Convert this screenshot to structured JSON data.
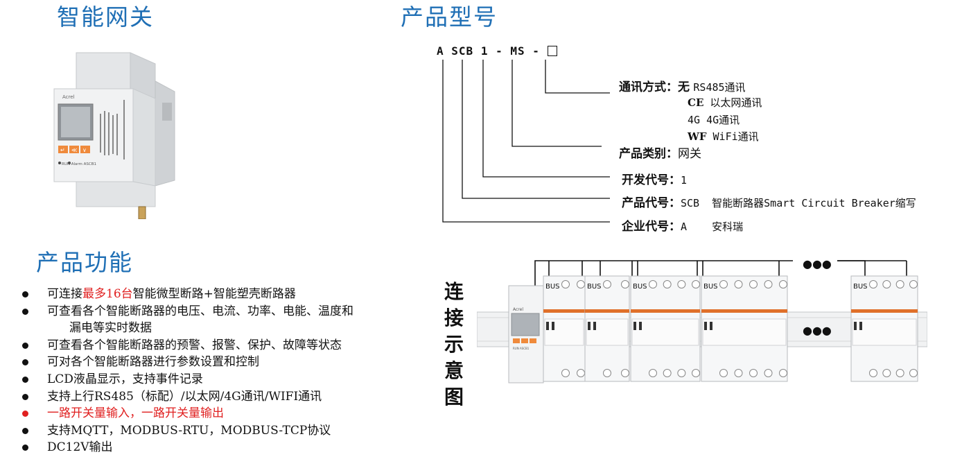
{
  "headings": {
    "gateway": "智能网关",
    "model": "产品型号",
    "functions": "产品功能",
    "connection": "连接示意图"
  },
  "device": {
    "brand": "Acrel",
    "button1": "↵",
    "button2": "≪",
    "button3": "∨",
    "leds": "RUN  Alarm  ASCB1"
  },
  "model_code": {
    "p1": "A",
    "p2": "SCB",
    "p3": "1",
    "sep1": "-",
    "p4": "MS",
    "sep2": "-"
  },
  "tree": {
    "comm": {
      "key": "通讯方式：",
      "options": [
        {
          "code": "无",
          "text": "RS485通讯"
        },
        {
          "code": "CE",
          "text": "以太网通讯"
        },
        {
          "code": "4G",
          "text": "4G通讯"
        },
        {
          "code": "WF",
          "text": "WiFi通讯"
        }
      ]
    },
    "category": {
      "key": "产品类别：",
      "value": "网关"
    },
    "dev_code": {
      "key": "开发代号：",
      "value": "1"
    },
    "product_code": {
      "key": "产品代号：",
      "value": "SCB  智能断路器Smart Circuit Breaker缩写"
    },
    "company_code": {
      "key": "企业代号：",
      "value": "A    安科瑞"
    }
  },
  "functions": {
    "f1_pre": "可连接",
    "f1_red": "最多16台",
    "f1_post": "智能微型断路+智能塑壳断路器",
    "f2_a": "可查看各个智能断路器的电压、电流、功率、电能、温度和",
    "f2_b": "漏电等实时数据",
    "f3": "可查看各个智能断路器的预警、报警、保护、故障等状态",
    "f4": "可对各个智能断路器进行参数设置和控制",
    "f5": "LCD液晶显示，支持事件记录",
    "f6": "支持上行RS485（标配）/以太网/4G通讯/WIFI通讯",
    "f7": "一路开关量输入，一路开关量输出",
    "f8": "支持MQTT，MODBUS-RTU，MODBUS-TCP协议",
    "f9": "DC12V输出"
  },
  "diagram": {
    "bus_label": "BUS",
    "ellipsis": "●●●",
    "brand": "Acrel",
    "gw_leds": "RUN  ASCB1"
  }
}
